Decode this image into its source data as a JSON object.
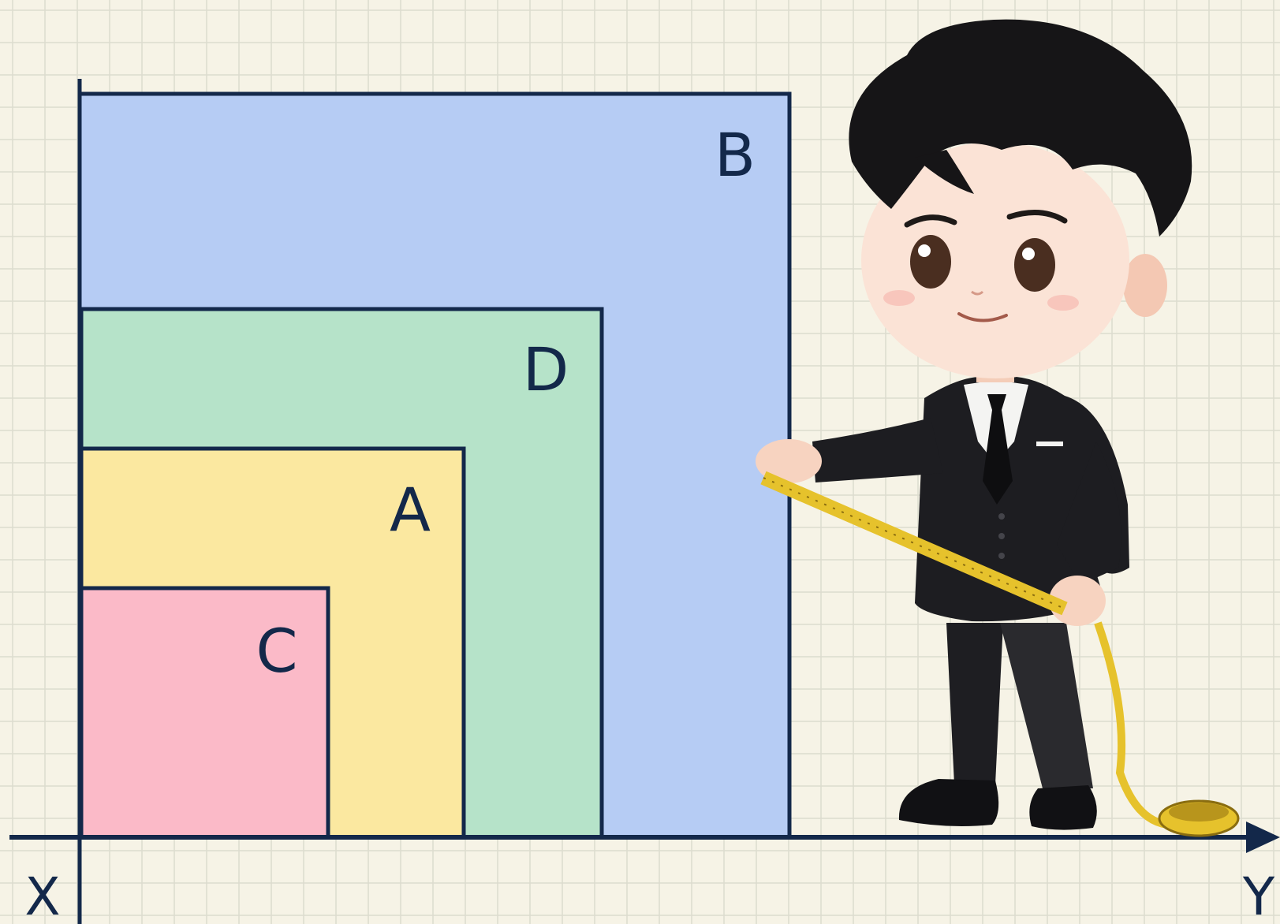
{
  "squares": [
    {
      "label": "B",
      "color": "#b6ccf4"
    },
    {
      "label": "D",
      "color": "#b6e3c9"
    },
    {
      "label": "A",
      "color": "#fbe8a0"
    },
    {
      "label": "C",
      "color": "#fbbac8"
    }
  ],
  "axes": {
    "x_label": "X",
    "y_label": "Y"
  },
  "colors": {
    "background": "#f6f3e6",
    "grid": "#dcdcce",
    "outline": "#13284a",
    "tape": "#f0d43a"
  }
}
